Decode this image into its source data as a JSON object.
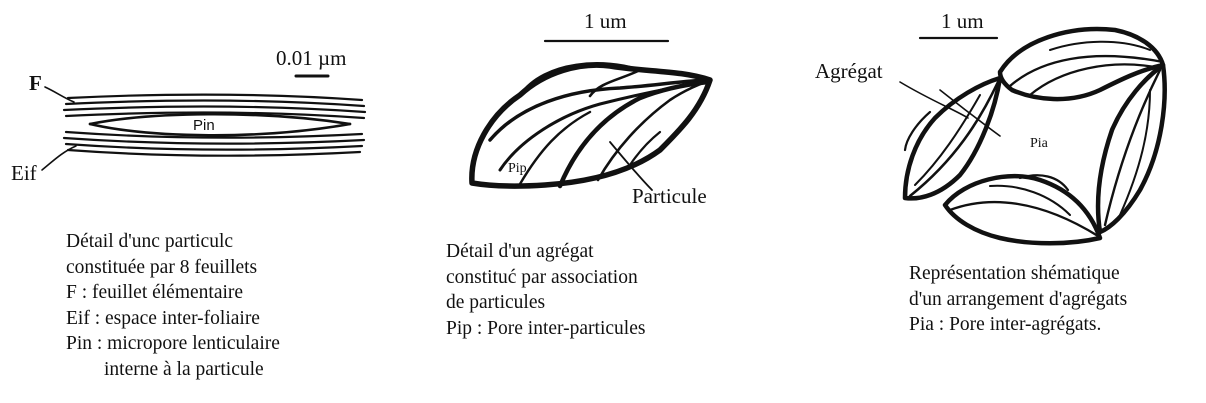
{
  "panel1": {
    "scale": "0.01 µm",
    "label_f": "F",
    "label_eif": "Eif",
    "label_pin": "Pin",
    "caption": [
      "Détail d'unc particulc",
      "constituée par 8 feuillets",
      "F : feuillet élémentaire",
      "Eif : espace inter-foliaire",
      "Pin : micropore lenticulaire",
      "interne à la particule"
    ]
  },
  "panel2": {
    "scale": "1 um",
    "label_pip": "Pip",
    "label_particule": "Particule",
    "caption": [
      "Détail d'un agrégat",
      "constituć par association",
      "de particules",
      "Pip : Pore inter-particules"
    ]
  },
  "panel3": {
    "scale": "1 um",
    "label_agregat": "Agrégat",
    "label_pia": "Pia",
    "caption": [
      "Représentation shématique",
      "d'un arrangement d'agrégats",
      "Pia : Pore inter-agrégats."
    ]
  }
}
